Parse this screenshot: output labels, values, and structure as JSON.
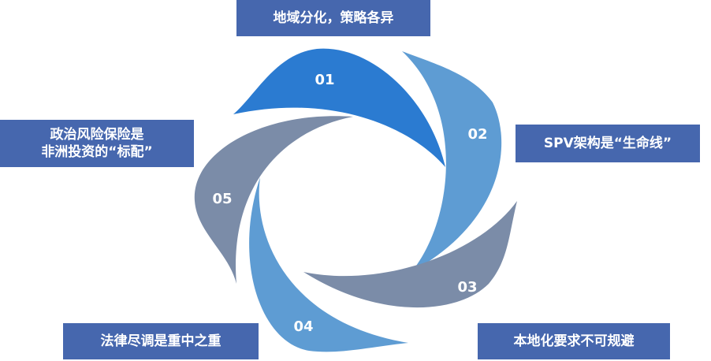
{
  "diagram": {
    "petals": [
      {
        "number": "01",
        "label": "地域分化，策略各异",
        "color": "#2B7BD1"
      },
      {
        "number": "02",
        "label": "SPV架构是“生命线”",
        "color": "#5E9CD3"
      },
      {
        "number": "03",
        "label": "本地化要求不可规避",
        "color": "#7B8CA8"
      },
      {
        "number": "04",
        "label": "法律尽调是重中之重",
        "color": "#5E9CD3"
      },
      {
        "number": "05",
        "label_line1": "政治风险保险是",
        "label_line2": "非洲投资的“标配”",
        "color": "#7B8CA8"
      }
    ],
    "label_box_color": "#4667AE"
  }
}
